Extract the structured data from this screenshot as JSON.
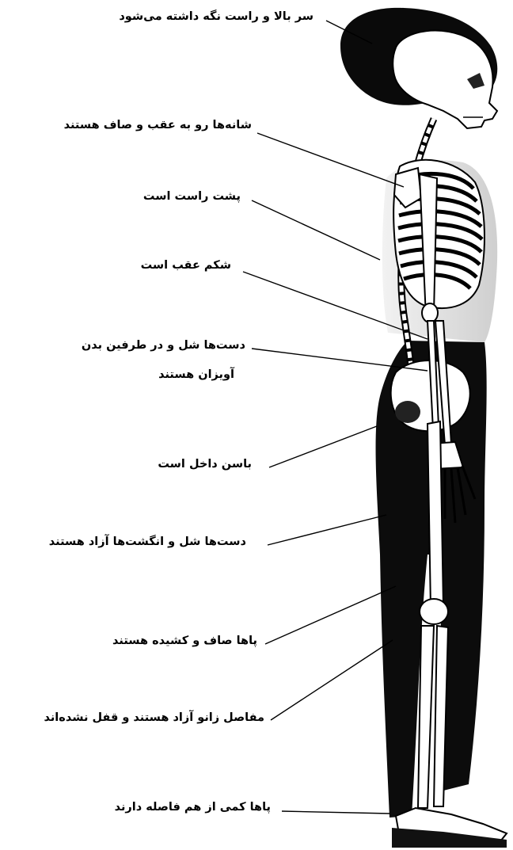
{
  "labels": [
    {
      "id": "head",
      "text": "سر بالا و راست نگه داشته می‌شود"
    },
    {
      "id": "shoulders",
      "text": "شانه‌ها رو به عقب و صاف هستند"
    },
    {
      "id": "back",
      "text": "پشت راست است"
    },
    {
      "id": "abdomen",
      "text": "شکم عقب است"
    },
    {
      "id": "arms_1",
      "text": "دست‌ها شل و در طرفین بدن"
    },
    {
      "id": "arms_2",
      "text": "آویزان هستند"
    },
    {
      "id": "hips",
      "text": "باسن داخل است"
    },
    {
      "id": "hands",
      "text": "دست‌ها شل و انگشت‌ها آزاد هستند"
    },
    {
      "id": "legs",
      "text": "پاها صاف و کشیده هستند"
    },
    {
      "id": "knees",
      "text": "مفاصل زانو آزاد هستند و قفل نشده‌اند"
    },
    {
      "id": "feet",
      "text": "پاها کمی از هم فاصله دارند"
    }
  ]
}
